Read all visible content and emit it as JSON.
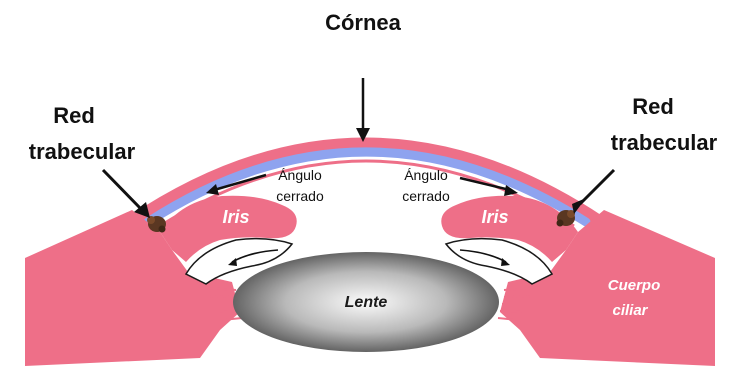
{
  "labels": {
    "cornea": "Córnea",
    "red_left_1": "Red",
    "red_left_2": "trabecular",
    "red_right_1": "Red",
    "red_right_2": "trabecular",
    "angle_left_1": "Ángulo",
    "angle_left_2": "cerrado",
    "angle_right_1": "Ángulo",
    "angle_right_2": "cerrado",
    "iris_left": "Iris",
    "iris_right": "Iris",
    "lens": "Lente",
    "ciliary_1": "Cuerpo",
    "ciliary_2": "ciliar"
  },
  "colors": {
    "tissue_pink": "#ee6f88",
    "tissue_pink_light": "#f590a5",
    "cornea_blue": "#8ea3ef",
    "trabecular_brown": "#5a3722",
    "lens_dark": "#555555",
    "lens_light": "#f7f7f7"
  }
}
